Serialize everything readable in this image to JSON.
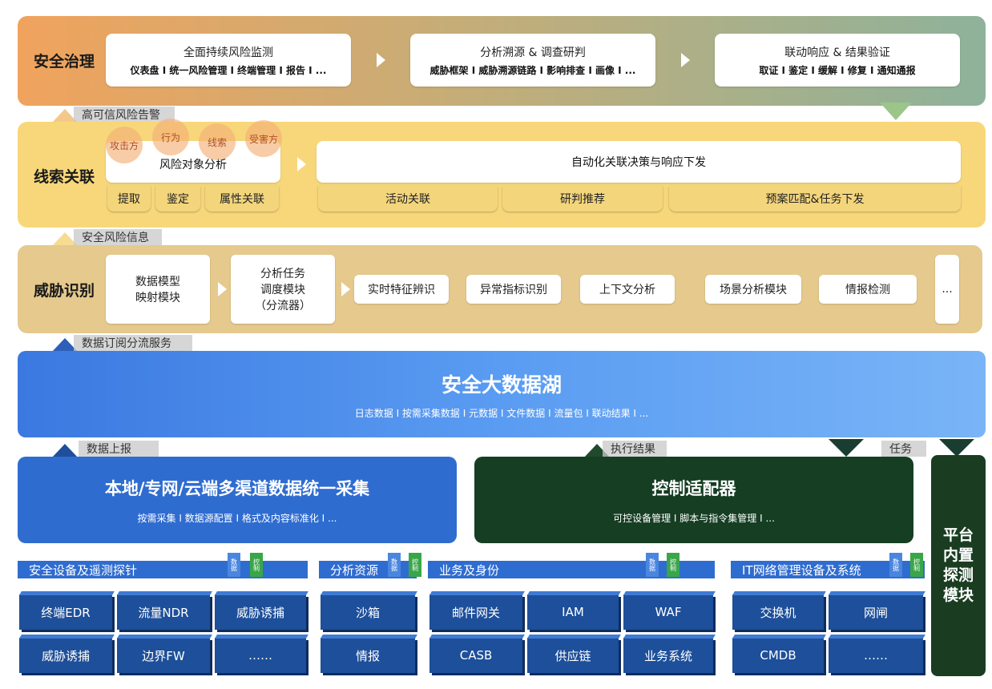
{
  "governance": {
    "title": "安全治理",
    "cards": [
      {
        "title": "全面持续风险监测",
        "sub": "仪表盘 I 统一风险管理 I 终端管理 I 报告 I ..."
      },
      {
        "title": "分析溯源 & 调查研判",
        "sub": "威胁框架 I 威胁溯源链路 I 影响排查 I 画像 I ..."
      },
      {
        "title": "联动响应 & 结果验证",
        "sub": "取证 I 鉴定 I 缓解 I 修复 I 通知通报"
      }
    ]
  },
  "flow_labels": {
    "alert": "高可信风险告警",
    "risk_info": "安全风险信息",
    "subscribe": "数据订阅分流服务",
    "report": "数据上报",
    "exec_result": "执行结果",
    "task": "任务"
  },
  "clue": {
    "title": "线索关联",
    "bubbles": [
      "攻击方",
      "行为",
      "线索",
      "受害方"
    ],
    "risk_object": "风险对象分析",
    "left_tabs": [
      "提取",
      "鉴定",
      "属性关联"
    ],
    "auto_decision": "自动化关联决策与响应下发",
    "right_tabs": [
      "活动关联",
      "研判推荐",
      "预案匹配&任务下发"
    ]
  },
  "threat": {
    "title": "威胁识别",
    "modules": [
      "数据模型\n映射模块",
      "分析任务\n调度模块\n（分流器）",
      "实时特征辨识",
      "异常指标识别",
      "上下文分析",
      "场景分析模块",
      "情报检测",
      "..."
    ]
  },
  "lake": {
    "title": "安全大数据湖",
    "sub": "日志数据 I 按需采集数据 I 元数据 I 文件数据 I 流量包 I 联动结果 I ..."
  },
  "collect": {
    "title": "本地/专网/云端多渠道数据统一采集",
    "sub": "按需采集 I 数据源配置 I 格式及内容标准化 I ..."
  },
  "adapter": {
    "title": "控制适配器",
    "sub": "可控设备管理 I 脚本与指令集管理 I ..."
  },
  "probe": {
    "title": "平台\n内置\n探测\n模块"
  },
  "badges": {
    "data": "数据",
    "control": "控制"
  },
  "categories": [
    {
      "name": "安全设备及遥测探针",
      "rows": [
        [
          "终端EDR",
          "流量NDR",
          "威胁诱捕"
        ],
        [
          "威胁诱捕",
          "边界FW",
          "……"
        ]
      ]
    },
    {
      "name": "分析资源",
      "rows": [
        [
          "沙箱"
        ],
        [
          "情报"
        ]
      ]
    },
    {
      "name": "业务及身份",
      "rows": [
        [
          "邮件网关",
          "IAM",
          "WAF"
        ],
        [
          "CASB",
          "供应链",
          "业务系统"
        ]
      ]
    },
    {
      "name": "IT网络管理设备及系统",
      "rows": [
        [
          "交换机",
          "网闸"
        ],
        [
          "CMDB",
          "……"
        ]
      ]
    }
  ],
  "colors": {
    "governance_start": "#f0a35d",
    "governance_end": "#8eb29a",
    "clue": "#f8d77a",
    "threat": "#e6c98d",
    "lake": "#5a9cf2",
    "collect": "#2f6cd0",
    "adapter": "#153e23",
    "device": "#1d4f9a"
  }
}
